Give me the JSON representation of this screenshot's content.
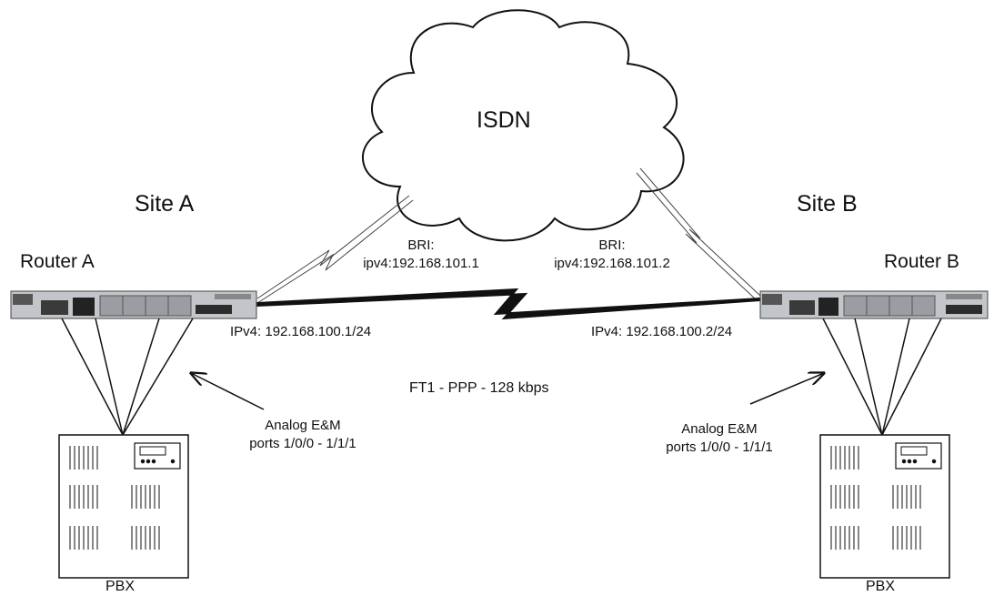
{
  "cloud": {
    "label": "ISDN"
  },
  "site_a": {
    "title": "Site A",
    "router": "Router A",
    "bri_label": "BRI:",
    "bri_ip": "ipv4:192.168.101.1",
    "serial_ip": "IPv4: 192.168.100.1/24",
    "ports_line1": "Analog E&M",
    "ports_line2": "ports 1/0/0 - 1/1/1",
    "pbx": "PBX"
  },
  "site_b": {
    "title": "Site B",
    "router": "Router B",
    "bri_label": "BRI:",
    "bri_ip": "ipv4:192.168.101.2",
    "serial_ip": "IPv4: 192.168.100.2/24",
    "ports_line1": "Analog E&M",
    "ports_line2": "ports 1/0/0 - 1/1/1",
    "pbx": "PBX"
  },
  "wan_link": {
    "label": "FT1 - PPP - 128 kbps"
  },
  "colors": {
    "line": "#111111",
    "device": "#b9bcc0",
    "background": "#ffffff"
  }
}
